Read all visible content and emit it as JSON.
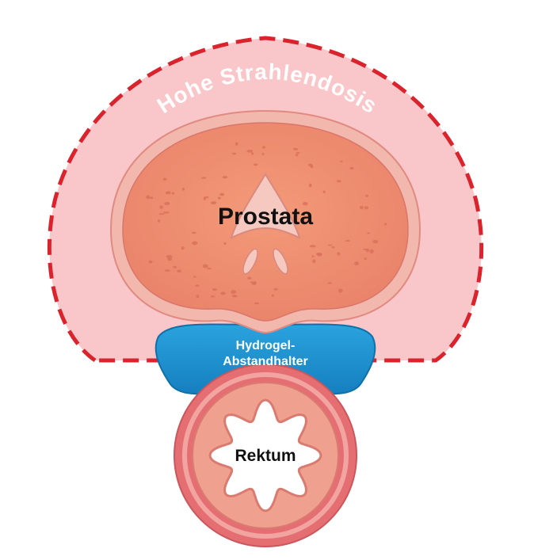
{
  "zone_label": "Hohe Strahlendosis",
  "organs": {
    "prostate": "Prostata",
    "spacer_line1": "Hydrogel-",
    "spacer_line2": "Abstandhalter",
    "rectum": "Rektum"
  },
  "colors": {
    "zone_fill": "#f9c6c9",
    "zone_border": "#d9232d",
    "prostate_fill": "#ef8f6f",
    "prostate_rim": "#f2b8ad",
    "spacer_fill": "#1e95d4",
    "rectum_outer": "#e46e72",
    "rectum_inner": "#f0a08f",
    "label_white": "#ffffff",
    "label_dark": "#111111"
  }
}
